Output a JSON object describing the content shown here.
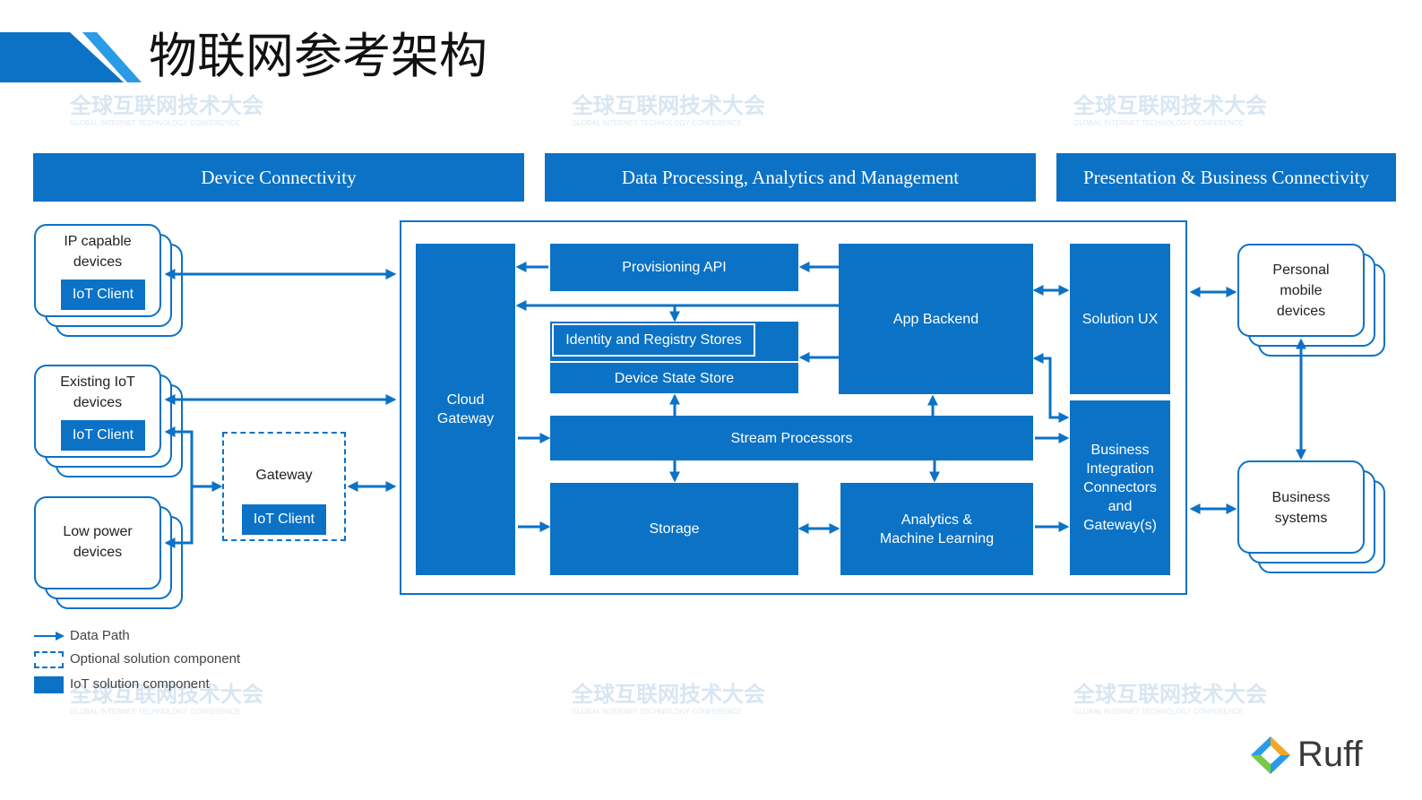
{
  "page": {
    "title": "物联网参考架构"
  },
  "sections": {
    "device_connectivity": "Device Connectivity",
    "data_processing": "Data Processing, Analytics and Management",
    "presentation": "Presentation & Business Connectivity"
  },
  "devices": {
    "ip_capable": "IP capable\ndevices",
    "existing_iot": "Existing IoT\ndevices",
    "low_power": "Low power\ndevices",
    "iot_client": "IoT Client",
    "gateway": "Gateway"
  },
  "core": {
    "cloud_gateway": "Cloud\nGateway",
    "provisioning_api": "Provisioning API",
    "identity_registry": "Identity and Registry Stores",
    "device_state_store": "Device State Store",
    "app_backend": "App Backend",
    "stream_processors": "Stream Processors",
    "storage": "Storage",
    "analytics_ml": "Analytics &\nMachine Learning",
    "solution_ux": "Solution UX",
    "business_integration": "Business\nIntegration\nConnectors\nand\nGateway(s)"
  },
  "consumers": {
    "personal_mobile": "Personal\nmobile\ndevices",
    "business_systems": "Business\nsystems"
  },
  "legend": {
    "data_path": "Data Path",
    "optional": "Optional solution component",
    "iot_component": "IoT solution component"
  },
  "watermark": {
    "text": "全球互联网技术大会",
    "subtext": "GLOBAL INTERNET TECHNOLOGY CONFERENCE"
  },
  "brand": {
    "logo_text": "Ruff"
  },
  "colors": {
    "primary": "#0b72c6",
    "text": "#222222"
  }
}
